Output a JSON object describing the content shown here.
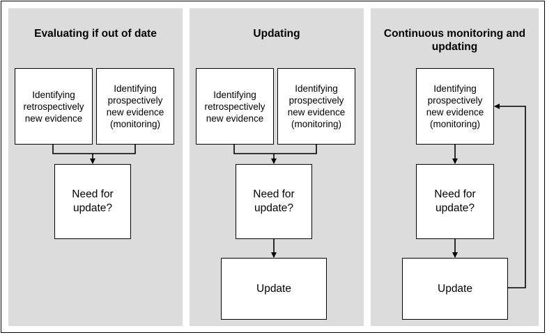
{
  "panels": [
    {
      "title": "Evaluating if out of date",
      "boxes": {
        "retro": "Identifying\nretrospectively\nnew evidence",
        "prosp": "Identifying\nprospectively\nnew evidence\n(monitoring)",
        "need": "Need for\nupdate?"
      }
    },
    {
      "title": "Updating",
      "boxes": {
        "retro": "Identifying\nretrospectively\nnew evidence",
        "prosp": "Identifying\nprospectively\nnew evidence\n(monitoring)",
        "need": "Need for\nupdate?",
        "update": "Update"
      }
    },
    {
      "title": "Continuous monitoring and\nupdating",
      "boxes": {
        "prosp": "Identifying\nprospectively\nnew evidence\n(monitoring)",
        "need": "Need for\nupdate?",
        "update": "Update"
      }
    }
  ],
  "colors": {
    "panel": "#dcdcdc",
    "box": "#ffffff",
    "line": "#000000"
  }
}
